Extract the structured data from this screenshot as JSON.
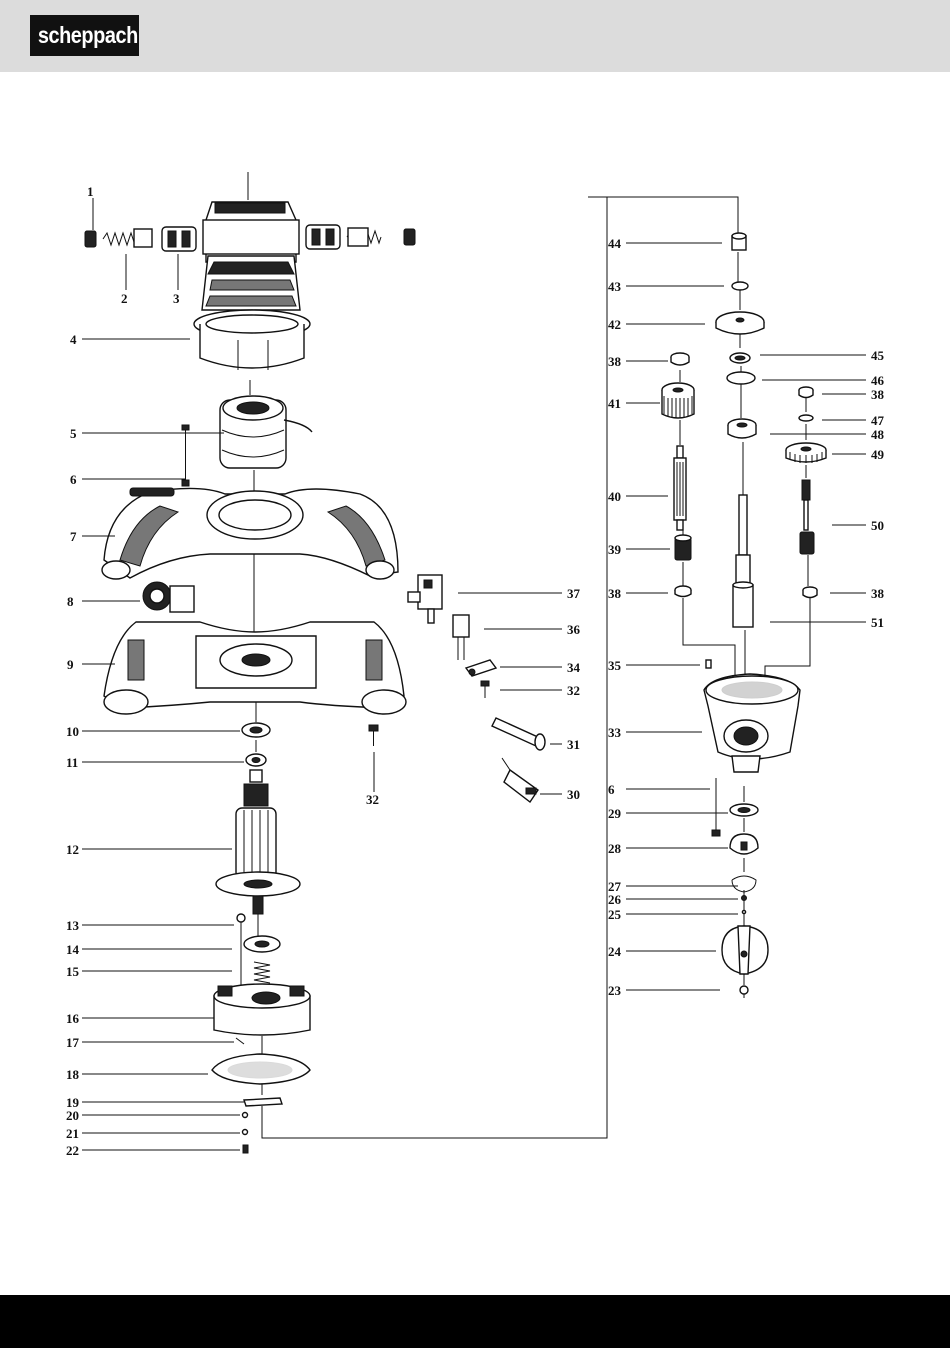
{
  "brand": {
    "logo_text": "scheppach"
  },
  "colors": {
    "header_bg": "#dcdcdc",
    "logo_bg": "#111111",
    "footer_bg": "#000000"
  },
  "part_numbers": {
    "p1": "1",
    "p2": "2",
    "p3": "3",
    "p4": "4",
    "p5": "5",
    "p6": "6",
    "p7": "7",
    "p8": "8",
    "p9": "9",
    "p10": "10",
    "p11": "11",
    "p12": "12",
    "p13": "13",
    "p14": "14",
    "p15": "15",
    "p16": "16",
    "p17": "17",
    "p18": "18",
    "p19": "19",
    "p20": "20",
    "p21": "21",
    "p22": "22",
    "p23": "23",
    "p24": "24",
    "p25": "25",
    "p26": "26",
    "p27": "27",
    "p28": "28",
    "p29": "29",
    "p30": "30",
    "p31": "31",
    "p32": "32",
    "p33": "33",
    "p34": "34",
    "p35": "35",
    "p36": "36",
    "p37": "37",
    "p38": "38",
    "p39": "39",
    "p40": "40",
    "p41": "41",
    "p42": "42",
    "p43": "43",
    "p44": "44",
    "p45": "45",
    "p46": "46",
    "p47": "47",
    "p48": "48",
    "p49": "49",
    "p50": "50",
    "p51": "51"
  }
}
